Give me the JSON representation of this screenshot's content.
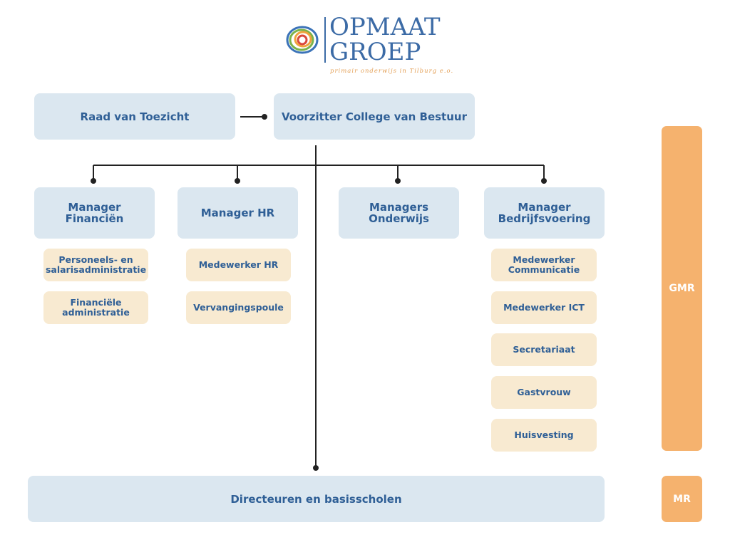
{
  "logo": {
    "line1": "OPMAAT",
    "line2": "GROEP",
    "tagline": "primair onderwijs in Tilburg e.o."
  },
  "top": {
    "supervisory": "Raad van Toezicht",
    "chair": "Voorzitter College van Bestuur"
  },
  "managers": {
    "finance": "Manager\nFinanciën",
    "hr": "Manager HR",
    "education": "Managers\nOnderwijs",
    "operations": "Manager\nBedrijfsvoering"
  },
  "finance_staff": [
    "Personeels- en\nsalarisadministratie",
    "Financiële\nadministratie"
  ],
  "hr_staff": [
    "Medewerker HR",
    "Vervangingspoule"
  ],
  "operations_staff": [
    "Medewerker\nCommunicatie",
    "Medewerker ICT",
    "Secretariaat",
    "Gastvrouw",
    "Huisvesting"
  ],
  "schools": "Directeuren en basisscholen",
  "councils": {
    "gmr": "GMR",
    "mr": "MR"
  },
  "colors": {
    "blue_box": "#dbe7f0",
    "cream_box": "#f8ead1",
    "orange_bar": "#f5b26e",
    "text_blue": "#2f5f96",
    "line": "#222222"
  }
}
